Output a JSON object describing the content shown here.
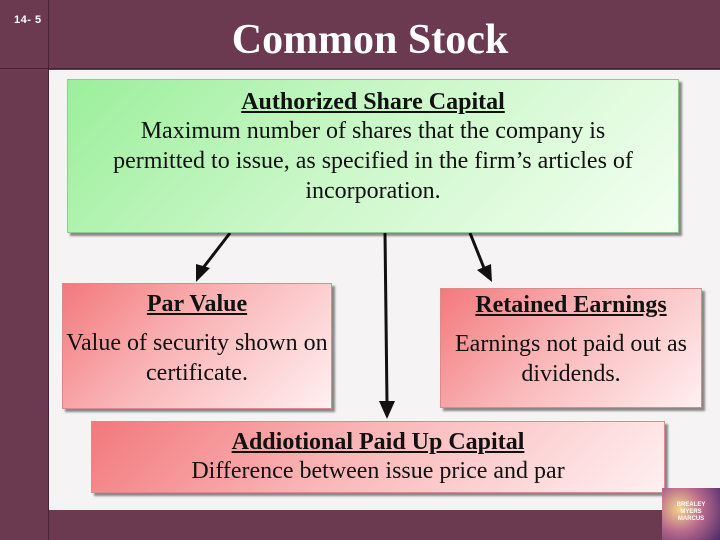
{
  "slide": {
    "number": "14- 5",
    "title": "Common Stock"
  },
  "boxes": {
    "authorized": {
      "title": "Authorized Share Capital",
      "body": "Maximum number of shares that the company is permitted to issue, as specified in the firm’s articles of incorporation."
    },
    "par_value": {
      "title": "Par Value",
      "body": "Value of security shown on certificate."
    },
    "retained_earnings": {
      "title": "Retained Earnings",
      "body": "Earnings not paid out as dividends."
    },
    "additional_paid_up": {
      "title": "Addiotional Paid Up Capital",
      "body": "Difference between issue price and par"
    }
  },
  "logo": {
    "line1": "BREALEY",
    "line2": "MYERS",
    "line3": "MARCUS"
  },
  "colors": {
    "frame": "#6b3a50",
    "green_box": "#b8f5b6",
    "pink_box": "#f7a3a6",
    "arrow": "#111111"
  }
}
